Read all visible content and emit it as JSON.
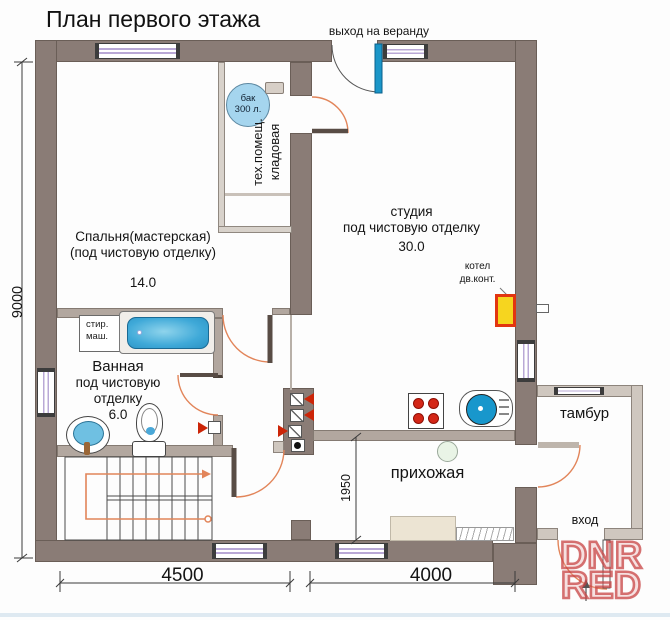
{
  "title": "План первого этажа",
  "annotations": {
    "veranda_exit": "выход на веранду",
    "entrance": "вход"
  },
  "rooms": {
    "studio": {
      "line1": "студия",
      "line2": "под чистовую отделку",
      "area": "30.0"
    },
    "bedroom": {
      "line1": "Спальня(мастерская)",
      "line2": "(под чистовую отделку)",
      "area": "14.0"
    },
    "bathroom": {
      "line1": "Ванная",
      "line2": "под чистовую",
      "line3": "отделку",
      "area": "6.0"
    },
    "tech_storage": {
      "line1": "тех.помещ.",
      "line2": "кладовая"
    },
    "vestibule": {
      "label": "тамбур"
    },
    "hallway": {
      "label": "прихожая"
    }
  },
  "equipment": {
    "tank": {
      "line1": "бак",
      "line2": "300 л."
    },
    "boiler": {
      "line1": "котел",
      "line2": "дв.конт."
    },
    "washer": {
      "line1": "стир.",
      "line2": "маш."
    }
  },
  "dimensions": {
    "overall_height": "9000",
    "bottom_left": "4500",
    "bottom_right": "4000",
    "hallway_depth": "1950"
  },
  "watermark": {
    "line1": "DNR",
    "line2": "RED"
  },
  "colors": {
    "wall": "#8a7c76",
    "wall_light": "#cdc5bd",
    "partition": "#d8d2cb",
    "door_arc": "#e2855a",
    "veranda_door": "#1b96c8",
    "boiler_body": "#f6d51f",
    "boiler_frame": "#e23510",
    "tank": "#a5d5ee",
    "bathtub": "#2f9fd4",
    "burner": "#d42717",
    "sink": "#1897cc",
    "window_glass": "#b9a8d6",
    "watermark_red": "#cc4444"
  }
}
